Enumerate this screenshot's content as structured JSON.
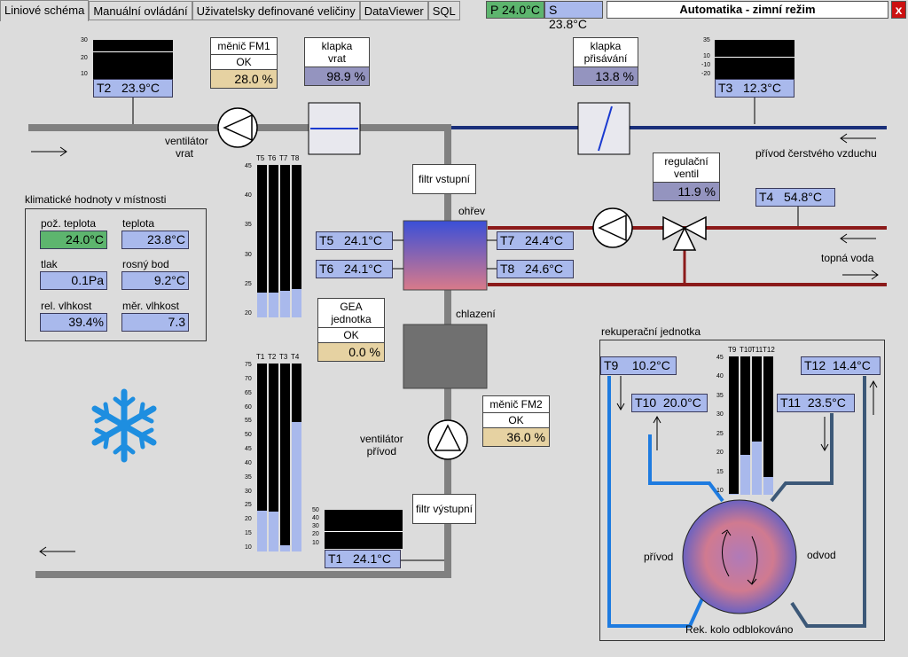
{
  "tabs": [
    {
      "label": "Liniové schéma",
      "active": true
    },
    {
      "label": "Manuální ovládání",
      "active": false
    },
    {
      "label": "Uživatelsky definované veličiny",
      "active": false
    },
    {
      "label": "DataViewer",
      "active": false
    },
    {
      "label": "SQL",
      "active": false
    }
  ],
  "header": {
    "p_temp": "P 24.0°C",
    "s_temp": "S 23.8°C",
    "mode": "Automatika - zimní režim",
    "close_label": "x"
  },
  "colors": {
    "return_duct": "#808080",
    "fresh_air_duct": "#1a2f7a",
    "hot_water": "#8b1a1a",
    "green_ok": "#5db56e",
    "value_blue": "#a9b9ec",
    "value_tan": "#e6d2a2",
    "value_purple": "#9494bf",
    "close_red": "#cc1111"
  },
  "sensors": {
    "T1": "T1   24.1°C",
    "T2": "T2   23.9°C",
    "T3": "T3   12.3°C",
    "T4": "T4   54.8°C",
    "T5": "T5   24.1°C",
    "T6": "T6   24.1°C",
    "T7": "T7   24.4°C",
    "T8": "T8   24.6°C",
    "T9": "T9    10.2°C",
    "T10": "T10  20.0°C",
    "T11": "T11  23.5°C",
    "T12": "T12  14.4°C"
  },
  "devices": {
    "fm1": {
      "title": "měnič FM1",
      "status": "OK",
      "value": "28.0 %"
    },
    "fm2": {
      "title": "měnič FM2",
      "status": "OK",
      "value": "36.0 %"
    },
    "gea": {
      "title1": "GEA",
      "title2": "jednotka",
      "status": "OK",
      "value": "0.0 %"
    },
    "klapka_vrat": {
      "title1": "klapka",
      "title2": "vrat",
      "value": "98.9 %"
    },
    "klapka_prisavani": {
      "title1": "klapka",
      "title2": "přisávání",
      "value": "13.8 %"
    },
    "regulacni_ventil": {
      "title1": "regulační",
      "title2": "ventil",
      "value": "11.9 %"
    }
  },
  "labels": {
    "ventilator_vrat": [
      "ventilátor",
      "vrat"
    ],
    "ventilator_privod": [
      "ventilátor",
      "přívod"
    ],
    "privod_cerstveho": "přívod čerstvého vzduchu",
    "topna_voda": "topná voda",
    "filtr_vstupni": "filtr vstupní",
    "filtr_vystupni": "filtr výstupní",
    "ohrev": "ohřev",
    "chlazeni": "chlazení",
    "rekuperacni": "rekuperační jednotka",
    "privod": "přívod",
    "odvod": "odvod",
    "rek_kolo": "Rek. kolo odblokováno"
  },
  "climate": {
    "title": "klimatické hodnoty v místnosti",
    "items": [
      {
        "label": "pož. teplota",
        "value": "24.0°C",
        "green": true
      },
      {
        "label": "teplota",
        "value": "23.8°C",
        "green": false
      },
      {
        "label": "tlak",
        "value": "0.1Pa",
        "green": false
      },
      {
        "label": "rosný bod",
        "value": "9.2°C",
        "green": false
      },
      {
        "label": "rel. vlhkost",
        "value": "39.4%",
        "green": false
      },
      {
        "label": "měr. vlhkost",
        "value": "7.3",
        "green": false
      }
    ]
  },
  "bargraphs": {
    "t5_t8": {
      "labels": [
        "T5",
        "T6",
        "T7",
        "T8"
      ],
      "ticks": [
        "45",
        "40",
        "35",
        "30",
        "25",
        "20"
      ],
      "min": 20,
      "max": 45,
      "values": [
        24.1,
        24.1,
        24.4,
        24.6
      ]
    },
    "t1_t4": {
      "labels": [
        "T1",
        "T2",
        "T3",
        "T4"
      ],
      "ticks": [
        "75",
        "70",
        "65",
        "60",
        "55",
        "50",
        "45",
        "40",
        "35",
        "30",
        "25",
        "20",
        "15",
        "10"
      ],
      "min": 10,
      "max": 75,
      "values": [
        24.1,
        23.9,
        12.3,
        54.8
      ]
    },
    "t9_t12": {
      "labels": [
        "T9",
        "T10",
        "T11",
        "T12"
      ],
      "ticks": [
        "45",
        "40",
        "35",
        "30",
        "25",
        "20",
        "15",
        "10"
      ],
      "min": 10,
      "max": 45,
      "values": [
        10.2,
        20.0,
        23.5,
        14.4
      ]
    }
  },
  "minicharts": {
    "t2": {
      "ticks": [
        "30",
        "20",
        "10"
      ]
    },
    "t3": {
      "ticks": [
        "35",
        "10",
        "-10",
        "-20"
      ]
    },
    "t1": {
      "ticks": [
        "50",
        "40",
        "30",
        "20",
        "10"
      ]
    }
  }
}
